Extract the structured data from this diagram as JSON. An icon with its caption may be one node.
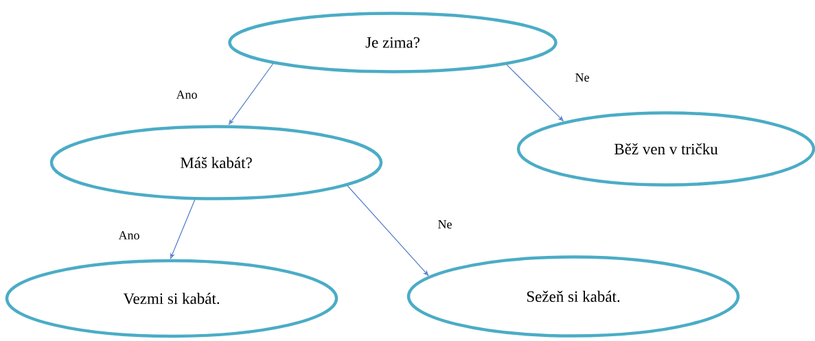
{
  "diagram": {
    "nodes": [
      {
        "text": [
          "Je zima?"
        ]
      },
      {
        "text": [
          "Máš kabát?"
        ]
      },
      {
        "text": [
          "Běž ven v tričku"
        ]
      },
      {
        "text": [
          "Vezmi si kabát."
        ]
      },
      {
        "text": [
          "Sežeň si kabát."
        ]
      }
    ],
    "edges": [
      {
        "from": 0,
        "to": 1,
        "arrow": "to",
        "label": "Ano"
      },
      {
        "from": 0,
        "to": 2,
        "arrow": "to",
        "label": "Ne"
      },
      {
        "from": 1,
        "to": 3,
        "arrow": "to",
        "label": "Ano"
      },
      {
        "from": 1,
        "to": 4,
        "arrow": "to",
        "label": "Ne"
      }
    ]
  }
}
